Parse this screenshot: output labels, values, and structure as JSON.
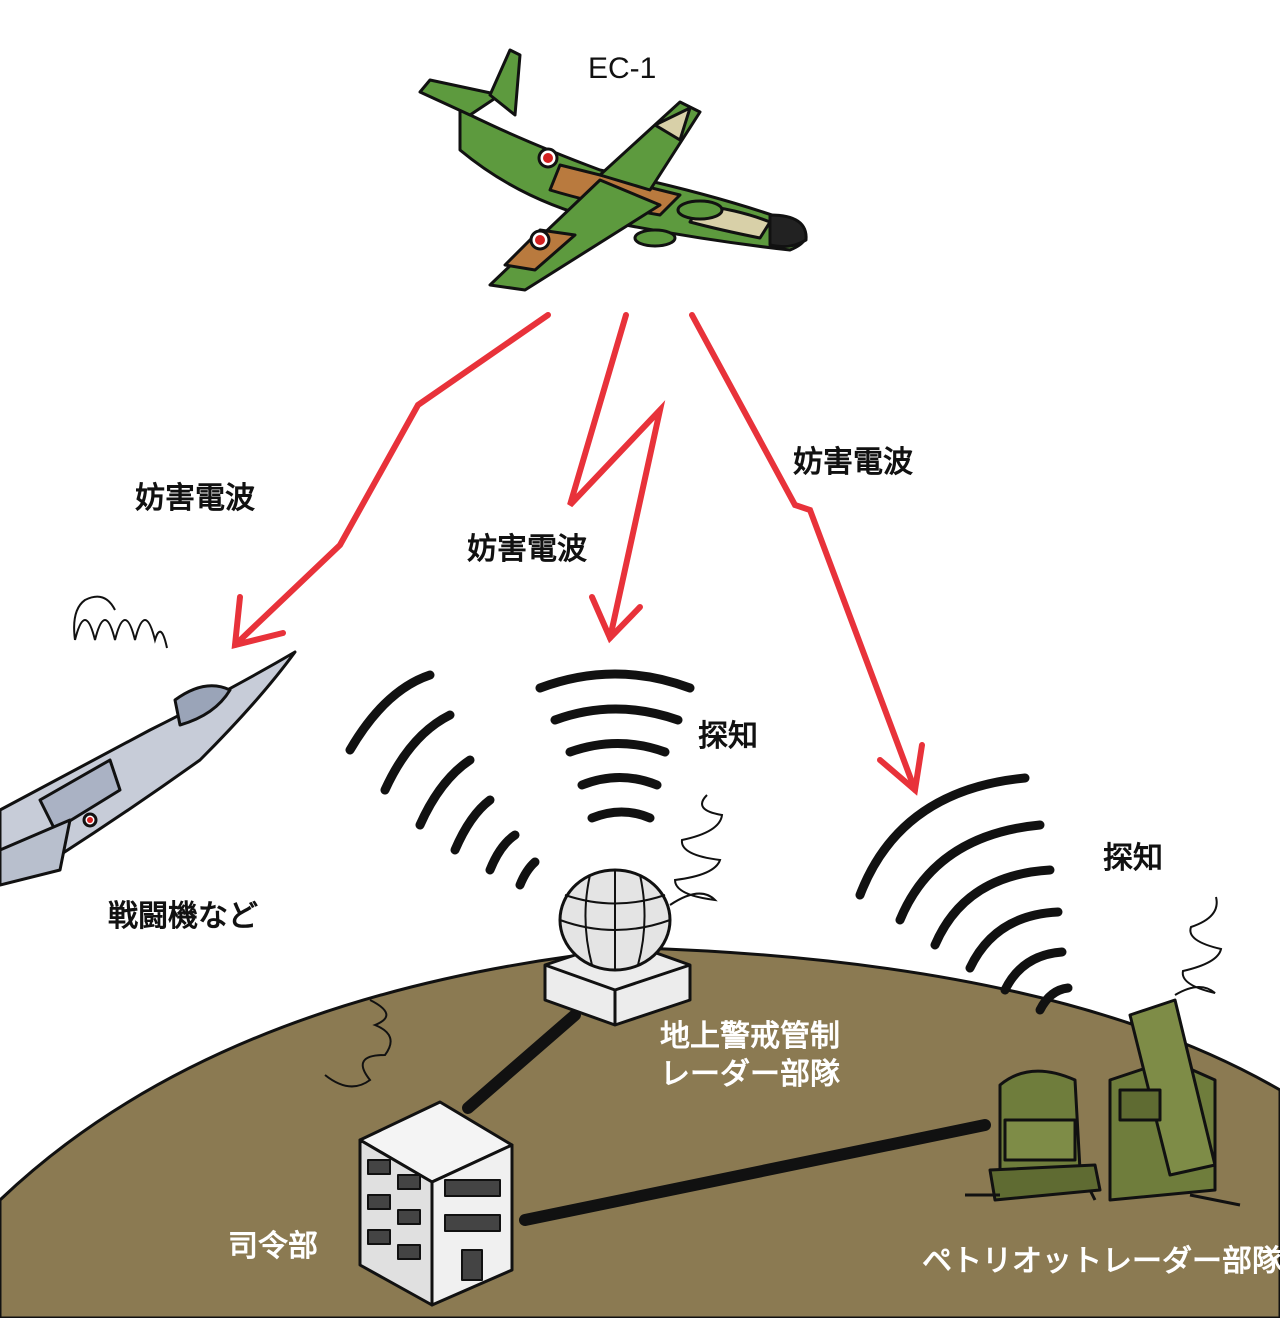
{
  "labels": {
    "aircraft": "EC-1",
    "jamming_left": "妨害電波",
    "jamming_center": "妨害電波",
    "jamming_right": "妨害電波",
    "detect_center": "探知",
    "detect_right": "探知",
    "fighter": "戦闘機など",
    "ground_radar_line1": "地上警戒管制",
    "ground_radar_line2": "レーダー部隊",
    "hq": "司令部",
    "patriot_radar": "ペトリオットレーダー部隊"
  },
  "colors": {
    "jamming_arrow": "#e8323a",
    "ground": "#8b7a52",
    "camo_green": "#5d9a3e",
    "camo_brown": "#b97a3e",
    "camo_tan": "#d8d0a8",
    "military_green": "#6f7d3c",
    "radar_dome": "#e4e4e4",
    "building": "#ececec"
  },
  "icons": [
    "aircraft-icon",
    "fighter-jet-icon",
    "radar-dome-icon",
    "hq-building-icon",
    "patriot-radar-icon"
  ]
}
